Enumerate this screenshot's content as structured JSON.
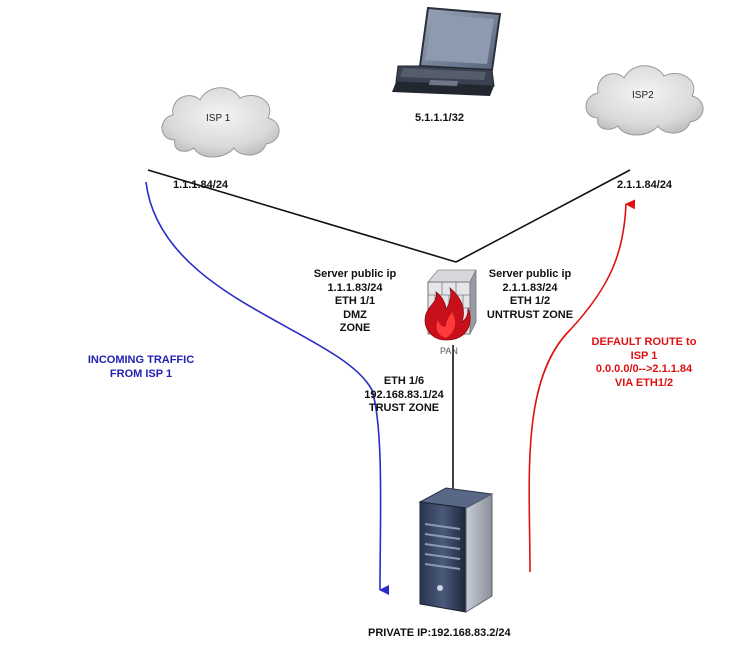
{
  "nodes": {
    "isp1": {
      "label": "ISP 1",
      "ip": "1.1.1.84/24"
    },
    "isp2": {
      "label": "ISP2",
      "ip": "2.1.1.84/24"
    },
    "laptop": {
      "ip": "5.1.1.1/32"
    },
    "firewall": {
      "label": "PAN"
    },
    "server": {
      "ip": "PRIVATE IP:192.168.83.2/24"
    }
  },
  "interfaces": {
    "dmz": {
      "lines": [
        "Server public ip",
        "1.1.1.83/24",
        "ETH 1/1",
        "DMZ",
        "ZONE"
      ]
    },
    "untrust": {
      "lines": [
        "Server public ip",
        "2.1.1.83/24",
        "ETH 1/2",
        "UNTRUST ZONE"
      ]
    },
    "trust": {
      "lines": [
        "ETH 1/6",
        "192.168.83.1/24",
        "TRUST ZONE"
      ]
    }
  },
  "annotations": {
    "incoming": {
      "lines": [
        "INCOMING TRAFFIC",
        "FROM ISP 1"
      ],
      "color": "#1f1fb4"
    },
    "default_route": {
      "lines": [
        "DEFAULT ROUTE  to",
        "ISP 1",
        "0.0.0.0/0-->2.1.1.84",
        "VIA ETH1/2"
      ],
      "color": "#e01010"
    }
  }
}
